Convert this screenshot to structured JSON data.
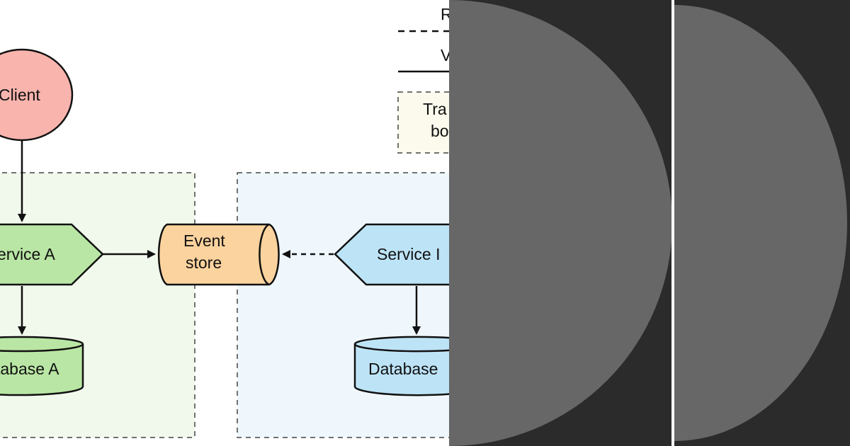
{
  "diagram": {
    "client_label": "Client",
    "service_a_label": "ervice A",
    "event_store_line1": "Event",
    "event_store_line2": "store",
    "service_b_label": "Service I",
    "database_a_label": "tabase A",
    "database_b_label": "Database",
    "legend_line1_label": "R",
    "legend_line2_label": "V",
    "legend_box_line1": "Tra",
    "legend_box_line2": "bo"
  },
  "colors": {
    "client": "#f8b4ad",
    "service_a": "#b9e6a4",
    "database_a": "#b9e6a4",
    "event_store": "#fbd39e",
    "service_b": "#bde3f6",
    "database_b": "#bde3f6",
    "boundary_a": "#f1f8ec",
    "boundary_b": "#eff7fd",
    "legend_box": "#fcfaec",
    "overlay_background": "#2b2b2b",
    "overlay_disc": "#676767",
    "overlay_divider": "#ffffff"
  }
}
